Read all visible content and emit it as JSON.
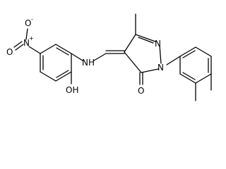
{
  "molecule": {
    "atoms": {
      "nitro_n": "N",
      "nitro_n_charge": "+",
      "nitro_o_top": "O",
      "nitro_o_top_charge": "-",
      "nitro_o_left": "O",
      "amine_nh": "NH",
      "hydroxyl": "OH",
      "ring_n_double": "N",
      "ring_n_single": "N",
      "carbonyl_o": "O"
    }
  }
}
